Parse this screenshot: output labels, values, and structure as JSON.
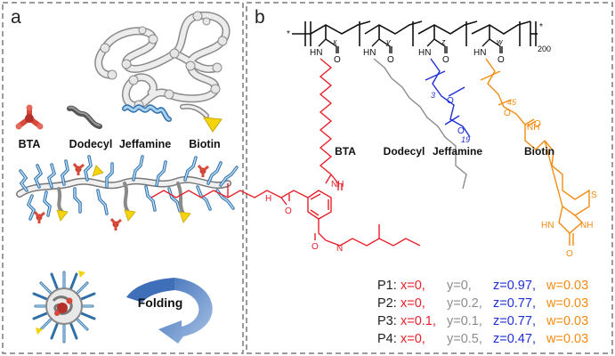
{
  "panel_a": {
    "letter": "a",
    "legend": [
      {
        "label": "BTA",
        "color": "#d9493a"
      },
      {
        "label": "Dodecyl",
        "color": "#6b6b6b"
      },
      {
        "label": "Jeffamine",
        "color": "#7fb4e2"
      },
      {
        "label": "Biotin",
        "color": "#f5d40c"
      }
    ],
    "folding_label": "Folding"
  },
  "panel_b": {
    "letter": "b",
    "backbone": {
      "x": "x",
      "y": "y",
      "z": "z",
      "w": "w",
      "n": "200"
    },
    "atoms": {
      "hn": "HN",
      "o": "O",
      "nh": "NH",
      "h": "H",
      "hn2": "HN",
      "nh2": "NH",
      "n": "N",
      "s": "S"
    },
    "peg_subs": {
      "jeff_a": "3",
      "jeff_b": "19",
      "biotin": "45"
    },
    "groups": {
      "bta": "BTA",
      "dodecyl": "Dodecyl",
      "jeffamine": "Jeffamine",
      "biotin": "Biotin"
    },
    "colors": {
      "bta": "#e8202a",
      "dodecyl": "#8c8c8c",
      "jeffamine": "#1f2ed6",
      "biotin": "#f28b12",
      "backbone": "#111111"
    },
    "compositions": [
      {
        "name": "P1:",
        "x": "x=0,",
        "y": "y=0,",
        "z": "z=0.97,",
        "w": "w=0.03"
      },
      {
        "name": "P2:",
        "x": "x=0,",
        "y": "y=0.2,",
        "z": "z=0.77,",
        "w": "w=0.03"
      },
      {
        "name": "P3:",
        "x": "x=0.1,",
        "y": "y=0.1,",
        "z": "z=0.77,",
        "w": "w=0.03"
      },
      {
        "name": "P4:",
        "x": "x=0,",
        "y": "y=0.5,",
        "z": "z=0.47,",
        "w": "w=0.03"
      }
    ]
  }
}
